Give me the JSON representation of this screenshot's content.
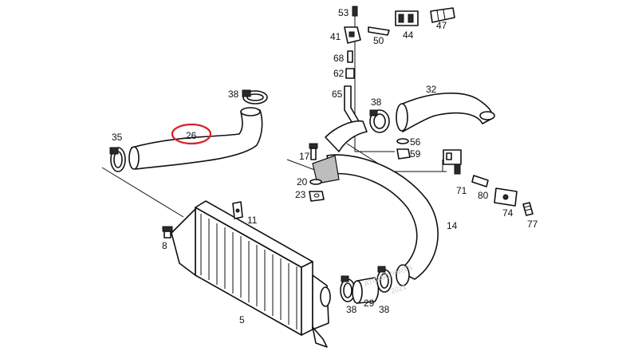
{
  "callouts": {
    "c53": "53",
    "c44": "44",
    "c47": "47",
    "c41": "41",
    "c50": "50",
    "c68": "68",
    "c62": "62",
    "c65": "65",
    "c38a": "38",
    "c38b": "38",
    "c32": "32",
    "c26": "26",
    "c35": "35",
    "c17": "17",
    "c56": "56",
    "c59": "59",
    "c20": "20",
    "c23": "23",
    "c71": "71",
    "c80": "80",
    "c74": "74",
    "c77": "77",
    "c14": "14",
    "c11": "11",
    "c8": "8",
    "c29": "29",
    "c38c": "38",
    "c38d": "38",
    "c5": "5"
  },
  "highlight": {
    "target": "26",
    "color": "#d8202a"
  },
  "watermark": {
    "line1": "ATOMICPARTS",
    "line2": "2021"
  },
  "colors": {
    "ink": "#111111",
    "background": "#ffffff",
    "highlight_ring": "#d8202a"
  }
}
